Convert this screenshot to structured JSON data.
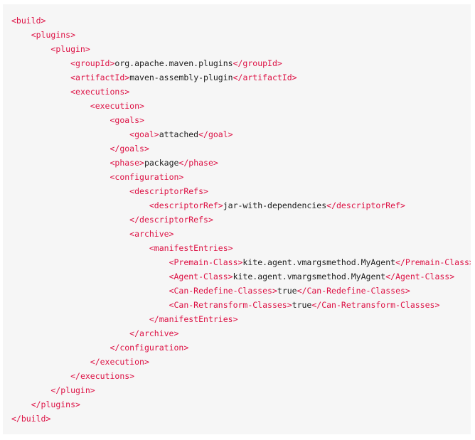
{
  "code": {
    "language": "xml",
    "indent_unit": "    ",
    "lines": [
      {
        "indent": 0,
        "open": "build"
      },
      {
        "indent": 1,
        "open": "plugins"
      },
      {
        "indent": 2,
        "open": "plugin"
      },
      {
        "indent": 3,
        "open": "groupId",
        "text": "org.apache.maven.plugins",
        "close": "groupId"
      },
      {
        "indent": 3,
        "open": "artifactId",
        "text": "maven-assembly-plugin",
        "close": "artifactId"
      },
      {
        "indent": 3,
        "open": "executions"
      },
      {
        "indent": 4,
        "open": "execution"
      },
      {
        "indent": 5,
        "open": "goals"
      },
      {
        "indent": 6,
        "open": "goal",
        "text": "attached",
        "close": "goal"
      },
      {
        "indent": 5,
        "close": "goals"
      },
      {
        "indent": 5,
        "open": "phase",
        "text": "package",
        "close": "phase"
      },
      {
        "indent": 5,
        "open": "configuration"
      },
      {
        "indent": 6,
        "open": "descriptorRefs"
      },
      {
        "indent": 7,
        "open": "descriptorRef",
        "text": "jar-with-dependencies",
        "close": "descriptorRef"
      },
      {
        "indent": 6,
        "close": "descriptorRefs"
      },
      {
        "indent": 6,
        "open": "archive"
      },
      {
        "indent": 7,
        "open": "manifestEntries"
      },
      {
        "indent": 8,
        "open": "Premain-Class",
        "text": "kite.agent.vmargsmethod.MyAgent",
        "close": "Premain-Class"
      },
      {
        "indent": 8,
        "open": "Agent-Class",
        "text": "kite.agent.vmargsmethod.MyAgent",
        "close": "Agent-Class"
      },
      {
        "indent": 8,
        "open": "Can-Redefine-Classes",
        "text": "true",
        "close": "Can-Redefine-Classes"
      },
      {
        "indent": 8,
        "open": "Can-Retransform-Classes",
        "text": "true",
        "close": "Can-Retransform-Classes"
      },
      {
        "indent": 7,
        "close": "manifestEntries"
      },
      {
        "indent": 6,
        "close": "archive"
      },
      {
        "indent": 5,
        "close": "configuration"
      },
      {
        "indent": 4,
        "close": "execution"
      },
      {
        "indent": 3,
        "close": "executions"
      },
      {
        "indent": 2,
        "close": "plugin"
      },
      {
        "indent": 1,
        "close": "plugins"
      },
      {
        "indent": 0,
        "close": "build"
      }
    ]
  },
  "colors": {
    "tag": "#dd1144",
    "text": "#1f1f1f",
    "background": "#f6f6f6"
  }
}
